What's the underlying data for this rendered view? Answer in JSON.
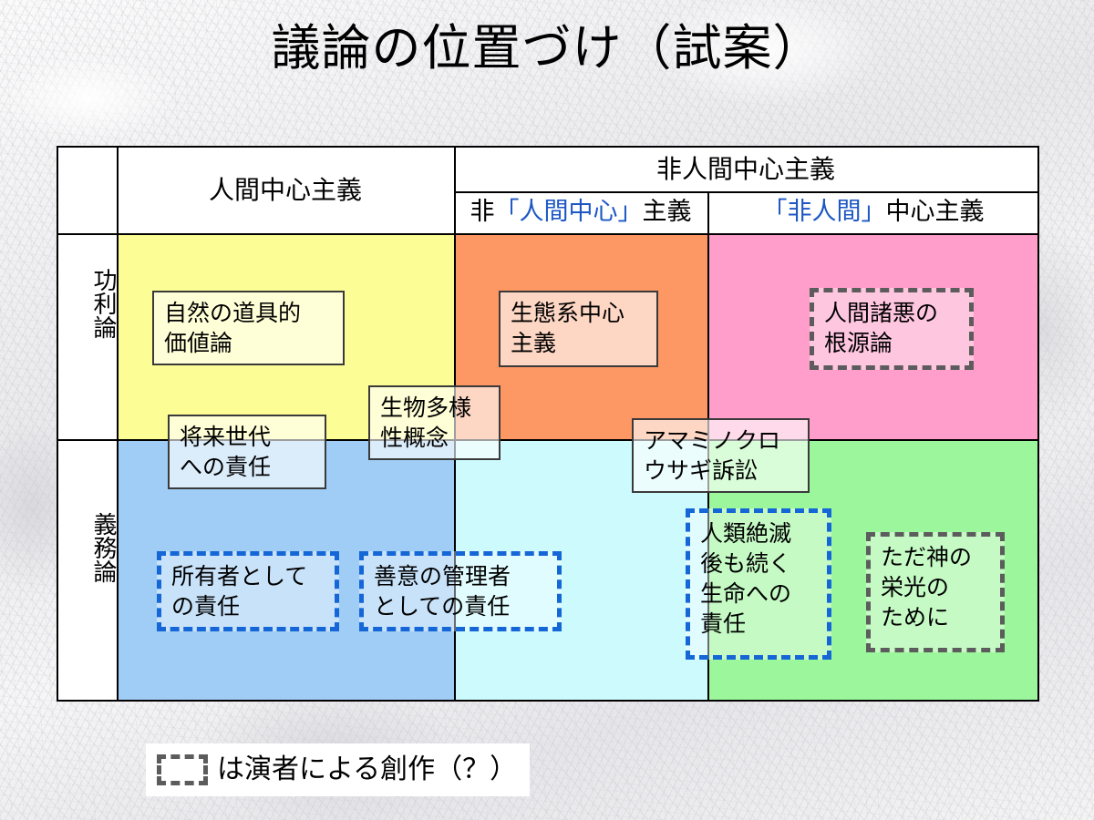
{
  "slide": {
    "title": "議論の位置づけ（試案）",
    "background": "#ededed"
  },
  "colors": {
    "quad_utilitarian_anthropocentric": "#FDFD96",
    "quad_utilitarian_non_human_centered": "#FD9764",
    "quad_utilitarian_nonhuman_centric": "#FF9ECA",
    "quad_deontological_anthropocentric": "#A0CDF5",
    "quad_deontological_non_human_centered": "#CCFAFD",
    "quad_deontological_nonhuman_centric": "#9CF79C",
    "header_blue_text": "#1c57c4",
    "dashed_blue": "#1566d6",
    "dashed_gray": "#5c5c5c",
    "table_border": "#000000"
  },
  "matrix": {
    "column_headers": {
      "anthropocentrism": "人間中心主義",
      "non_anthropocentrism": "非人間中心主義",
      "sub_non_human_centered": {
        "prefix": "非",
        "quoted": "「人間中心」",
        "suffix": "主義"
      },
      "sub_nonhuman_centric": {
        "prefix": "",
        "quoted": "「非人間」",
        "suffix": "中心主義"
      }
    },
    "row_headers": {
      "utilitarianism": "功利論",
      "deontology": "義務論"
    },
    "boxes": [
      {
        "id": "instrumental-value-of-nature",
        "text": "自然の道具的\n価値論",
        "style": "solid"
      },
      {
        "id": "ecosystem-centrism",
        "text": "生態系中心\n主義",
        "style": "solid"
      },
      {
        "id": "humans-root-of-all-evil",
        "text": "人間諸悪の\n根源論",
        "style": "dashed-gray"
      },
      {
        "id": "responsibility-to-future-generations",
        "text": "将来世代\nへの責任",
        "style": "solid"
      },
      {
        "id": "biodiversity-concept",
        "text": "生物多様\n性概念",
        "style": "solid"
      },
      {
        "id": "amami-rabbit-lawsuit",
        "text": "アマミノクロ\nウサギ訴訟",
        "style": "solid"
      },
      {
        "id": "responsibility-as-owner",
        "text": "所有者として\nの責任",
        "style": "dashed-blue"
      },
      {
        "id": "responsibility-as-good-steward",
        "text": "善意の管理者\nとしての責任",
        "style": "dashed-blue"
      },
      {
        "id": "responsibility-to-life-after-human-extinction",
        "text": "人類絶滅\n後も続く\n生命への\n責任",
        "style": "dashed-blue"
      },
      {
        "id": "for-the-glory-of-god-alone",
        "text": "ただ神の\n栄光の\nために",
        "style": "dashed-gray"
      }
    ]
  },
  "legend": {
    "swatch_icon": "dashed-box-icon",
    "text": "は演者による創作（？）"
  }
}
